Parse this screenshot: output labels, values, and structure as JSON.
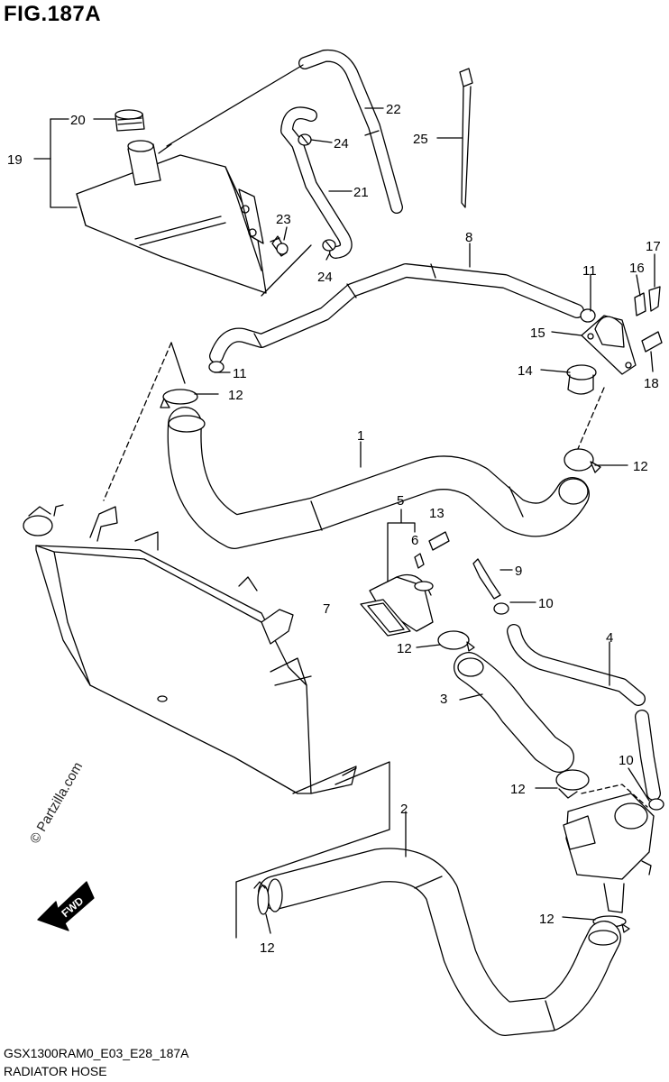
{
  "figure": {
    "title": "FIG.187A",
    "code": "GSX1300RAM0_E03_E28_187A",
    "name": "RADIATOR HOSE",
    "watermark": "© Partzilla.com",
    "fwd_label": "FWD"
  },
  "callouts": [
    {
      "id": "c1",
      "label": "1"
    },
    {
      "id": "c2",
      "label": "2"
    },
    {
      "id": "c3",
      "label": "3"
    },
    {
      "id": "c4",
      "label": "4"
    },
    {
      "id": "c5",
      "label": "5"
    },
    {
      "id": "c6",
      "label": "6"
    },
    {
      "id": "c7",
      "label": "7"
    },
    {
      "id": "c8",
      "label": "8"
    },
    {
      "id": "c9",
      "label": "9"
    },
    {
      "id": "c10a",
      "label": "10"
    },
    {
      "id": "c10b",
      "label": "10"
    },
    {
      "id": "c11a",
      "label": "11"
    },
    {
      "id": "c11b",
      "label": "11"
    },
    {
      "id": "c12a",
      "label": "12"
    },
    {
      "id": "c12b",
      "label": "12"
    },
    {
      "id": "c12c",
      "label": "12"
    },
    {
      "id": "c12d",
      "label": "12"
    },
    {
      "id": "c12e",
      "label": "12"
    },
    {
      "id": "c12f",
      "label": "12"
    },
    {
      "id": "c13",
      "label": "13"
    },
    {
      "id": "c14",
      "label": "14"
    },
    {
      "id": "c15",
      "label": "15"
    },
    {
      "id": "c16",
      "label": "16"
    },
    {
      "id": "c17",
      "label": "17"
    },
    {
      "id": "c18",
      "label": "18"
    },
    {
      "id": "c19",
      "label": "19"
    },
    {
      "id": "c20",
      "label": "20"
    },
    {
      "id": "c21",
      "label": "21"
    },
    {
      "id": "c22",
      "label": "22"
    },
    {
      "id": "c23",
      "label": "23"
    },
    {
      "id": "c24a",
      "label": "24"
    },
    {
      "id": "c24b",
      "label": "24"
    },
    {
      "id": "c25",
      "label": "25"
    }
  ]
}
